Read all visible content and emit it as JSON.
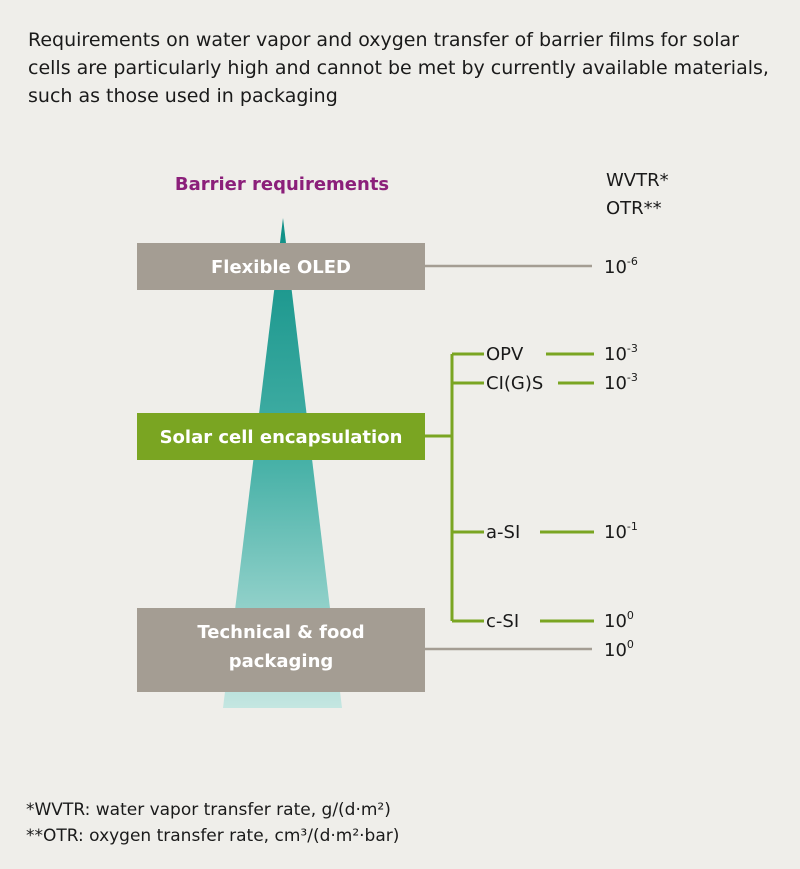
{
  "intro": "Requirements on water vapor and oxygen transfer of barrier films for solar cells are particularly high and cannot be met by currently available materials, such as those used in packaging",
  "header": {
    "barrier": "Barrier requirements",
    "wvtr": "WVTR*",
    "otr": "OTR**"
  },
  "boxes": {
    "oled": "Flexible OLED",
    "solar": "Solar cell encapsulation",
    "packaging_line1": "Technical & food",
    "packaging_line2": "packaging"
  },
  "branches": [
    {
      "label": "OPV",
      "base": "10",
      "exp": "-3"
    },
    {
      "label": "CI(G)S",
      "base": "10",
      "exp": "-3"
    },
    {
      "label": "a-SI",
      "base": "10",
      "exp": "-1"
    },
    {
      "label": "c-SI",
      "base": "10",
      "exp": "0"
    }
  ],
  "values": {
    "oled": {
      "base": "10",
      "exp": "-6"
    },
    "packaging": {
      "base": "10",
      "exp": "0"
    }
  },
  "footnotes": {
    "wvtr": "*WVTR: water vapor transfer rate, g/(d·m²)",
    "otr": "**OTR: oxygen transfer rate, cm³/(d·m²·bar)"
  },
  "colors": {
    "grey_box": "#a49d93",
    "green": "#7aa522",
    "teal_top": "#0e8f86",
    "teal_bottom": "#bfe3de",
    "header_purple": "#8b1f7a",
    "background": "#efeeea"
  }
}
